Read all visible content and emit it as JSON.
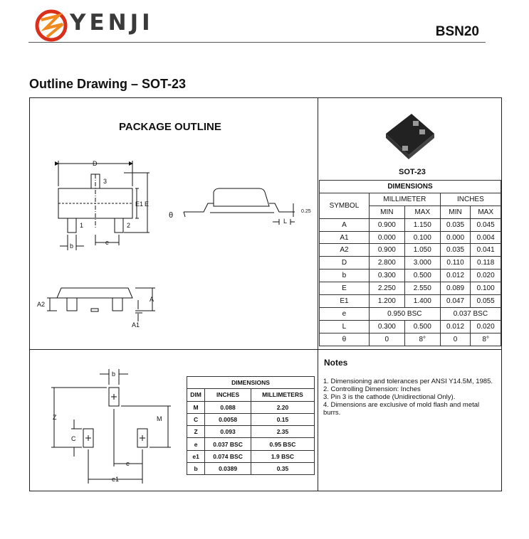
{
  "header": {
    "logo_text": "YENJI",
    "part_number": "BSN20"
  },
  "section_title": "Outline Drawing – SOT-23",
  "package_outline_title": "PACKAGE OUTLINE",
  "package_name": "SOT-23",
  "drawing_labels": {
    "D": "D",
    "E1": "E1",
    "E": "E",
    "b": "b",
    "e": "e",
    "e1": "e1",
    "A": "A",
    "A1": "A1",
    "A2": "A2",
    "L": "L",
    "theta": "θ",
    "lead_thickness": "0.25",
    "pin1": "1",
    "pin2": "2",
    "pin3": "3",
    "Z": "Z",
    "C": "C",
    "M": "M"
  },
  "dimensions_table": {
    "title": "DIMENSIONS",
    "symbol_header": "SYMBOL",
    "mm_header": "MILLIMETER",
    "in_header": "INCHES",
    "min": "MIN",
    "max": "MAX",
    "rows": [
      {
        "sym": "A",
        "mm_min": "0.900",
        "mm_max": "1.150",
        "in_min": "0.035",
        "in_max": "0.045"
      },
      {
        "sym": "A1",
        "mm_min": "0.000",
        "mm_max": "0.100",
        "in_min": "0.000",
        "in_max": "0.004"
      },
      {
        "sym": "A2",
        "mm_min": "0.900",
        "mm_max": "1.050",
        "in_min": "0.035",
        "in_max": "0.041"
      },
      {
        "sym": "D",
        "mm_min": "2.800",
        "mm_max": "3.000",
        "in_min": "0.110",
        "in_max": "0.118"
      },
      {
        "sym": "b",
        "mm_min": "0.300",
        "mm_max": "0.500",
        "in_min": "0.012",
        "in_max": "0.020"
      },
      {
        "sym": "E",
        "mm_min": "2.250",
        "mm_max": "2.550",
        "in_min": "0.089",
        "in_max": "0.100"
      },
      {
        "sym": "E1",
        "mm_min": "1.200",
        "mm_max": "1.400",
        "in_min": "0.047",
        "in_max": "0.055"
      }
    ],
    "e_row": {
      "sym": "e",
      "mm": "0.950 BSC",
      "in": "0.037 BSC"
    },
    "rows2": [
      {
        "sym": "L",
        "mm_min": "0.300",
        "mm_max": "0.500",
        "in_min": "0.012",
        "in_max": "0.020"
      },
      {
        "sym": "θ",
        "mm_min": "0",
        "mm_max": "8°",
        "in_min": "0",
        "in_max": "8°"
      }
    ]
  },
  "pad_table": {
    "title": "DIMENSIONS",
    "headers": [
      "DIM",
      "INCHES",
      "MILLIMETERS"
    ],
    "rows": [
      [
        "M",
        "0.088",
        "2.20"
      ],
      [
        "C",
        "0.0058",
        "0.15"
      ],
      [
        "Z",
        "0.093",
        "2.35"
      ],
      [
        "e",
        "0.037 BSC",
        "0.95 BSC"
      ],
      [
        "e1",
        "0.074 BSC",
        "1.9 BSC"
      ],
      [
        "b",
        "0.0389",
        "0.35"
      ]
    ]
  },
  "notes": {
    "title": "Notes",
    "items": [
      "1. Dimensioning and tolerances per ANSI Y14.5M, 1985.",
      "2. Controlling Dimension: Inches",
      "3. Pin 3 is the cathode (Unidirectional Only).",
      "4. Dimensions are exclusive of mold flash and metal burrs."
    ]
  },
  "colors": {
    "logo_red": "#d9301c",
    "logo_orange": "#f08a1c",
    "body_dark": "#222222"
  }
}
